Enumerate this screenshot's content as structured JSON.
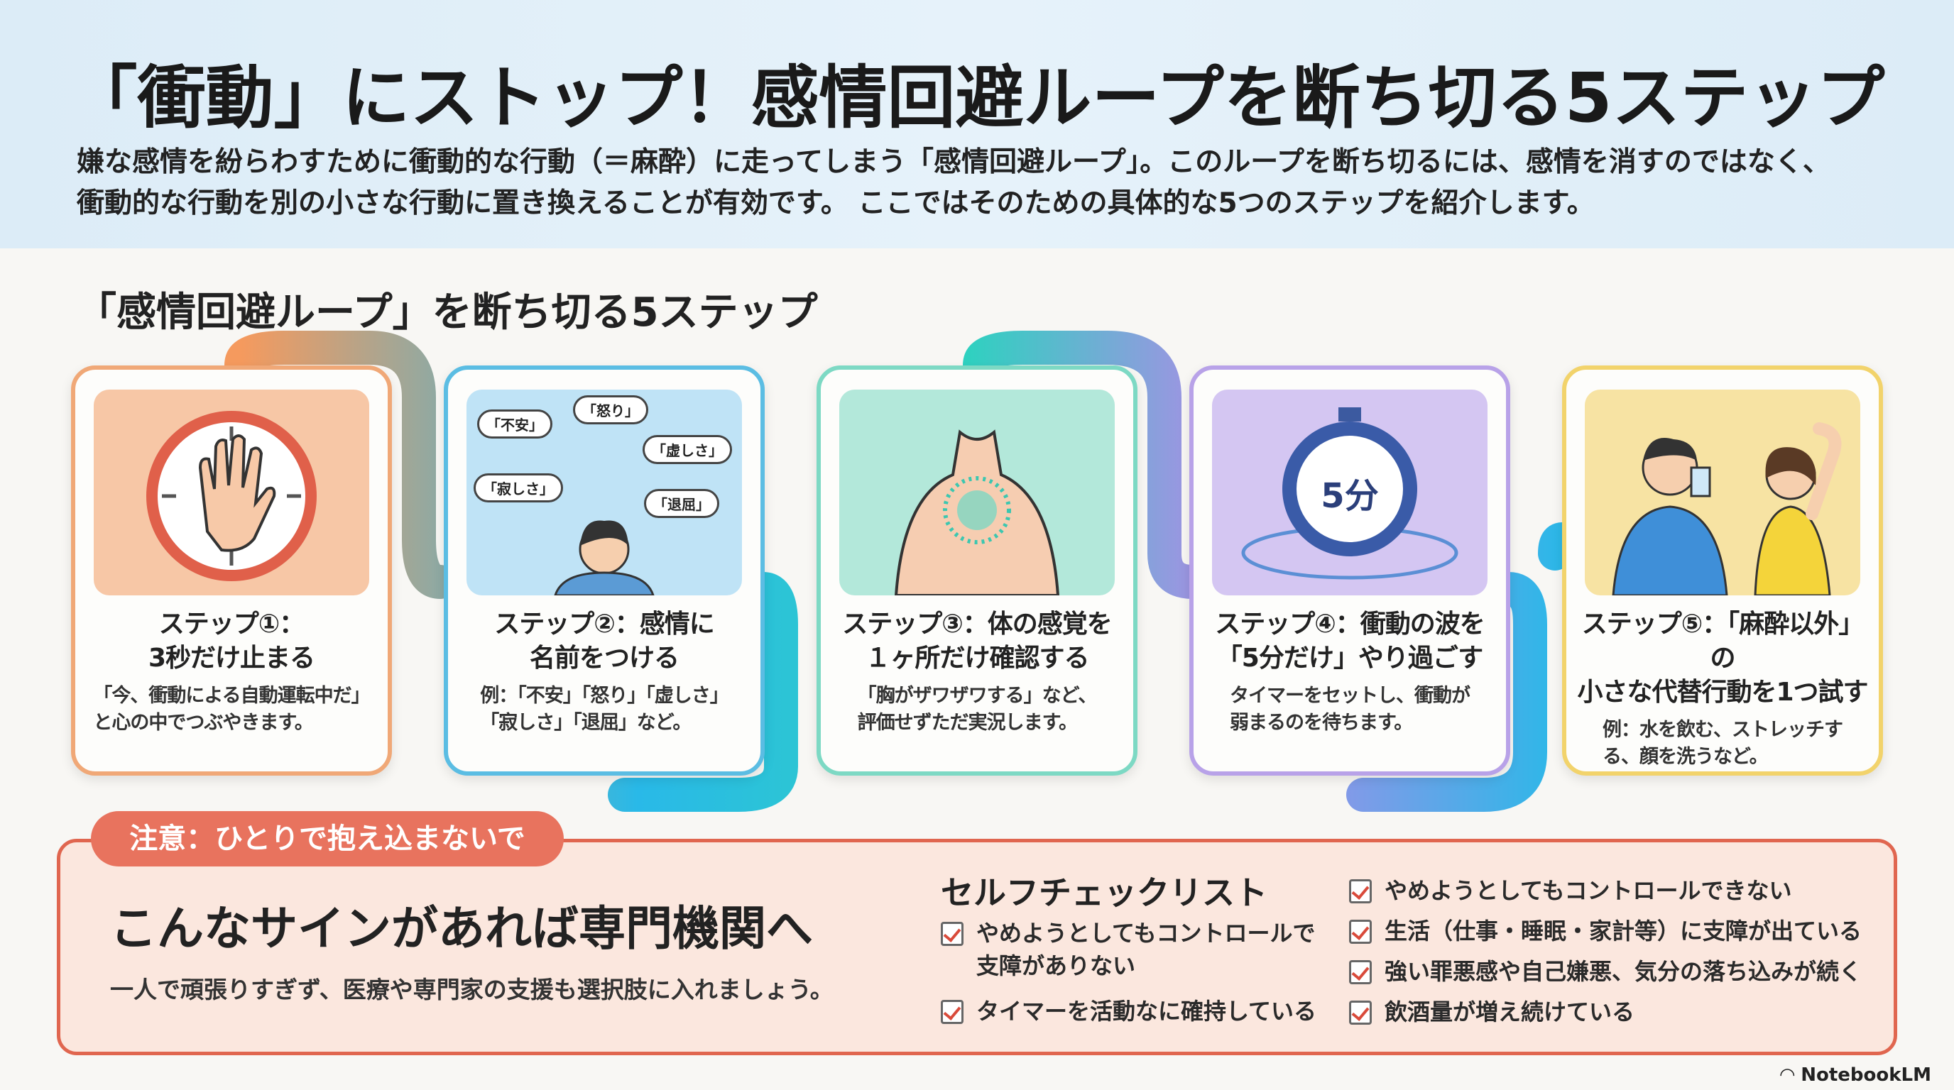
{
  "title": "「衝動」にストップ！感情回避ループを断ち切る5ステップ",
  "lead": [
    "嫌な感情を紛らわすために衝動的な行動（＝麻酔）に走ってしまう「感情回避ループ」。このループを断ち切るには、感情を消すのではなく、",
    "衝動的な行動を別の小さな行動に置き換えることが有効です。 ここではそのための具体的な5つのステップを紹介します。"
  ],
  "section_title": "「感情回避ループ」を断ち切る5ステップ",
  "steps": [
    {
      "title": "ステップ①：\n3秒だけ止まる",
      "desc": "「今、衝動による自動運転中だ」\nと心の中でつぶやきます。",
      "color": "#f0a877",
      "bg": "#f7c7a6",
      "icon": "stop-hand-icon"
    },
    {
      "title": "ステップ②：感情に\n名前をつける",
      "desc": "例：「不安」「怒り」「虚しさ」\n「寂しさ」「退屈」など。",
      "color": "#5bbde3",
      "bg": "#bfe3f6",
      "icon": "emotion-bubbles-icon",
      "bubbles": [
        "「不安」",
        "「怒り」",
        "「虚しさ」",
        "「寂しさ」",
        "「退屈」"
      ]
    },
    {
      "title": "ステップ③：体の感覚を\n１ヶ所だけ確認する",
      "desc": "「胸がザワザワする」など、\n評価せずただ実況します。",
      "color": "#7dd9c4",
      "bg": "#b3e8da",
      "icon": "chest-sensation-icon"
    },
    {
      "title": "ステップ④：衝動の波を\n「5分だけ」やり過ごす",
      "desc": "タイマーをセットし、衝動が\n弱まるのを待ちます。",
      "color": "#b8a2e8",
      "bg": "#d4c6f2",
      "icon": "stopwatch-icon",
      "timer": "5分"
    },
    {
      "title": "ステップ⑤：「麻酔以外」の\n小さな代替行動を1つ試す",
      "desc": "例：水を飲む、ストレッチす\nる、顔を洗うなど。",
      "color": "#f2d36b",
      "bg": "#f7e3a3",
      "icon": "drink-stretch-icon"
    }
  ],
  "warning": {
    "label": "注意：ひとりで抱え込まないで",
    "heading": "こんなサインがあれば専門機関へ",
    "sub": "一人で頑張りすぎず、医療や専門家の支援も選択肢に入れましょう。",
    "checklist_title": "セルフチェックリスト",
    "items": [
      "やめようとしてもコントロールで\n支障がありない",
      "タイマーを活動なに確持している",
      "やめようとしてもコントロールできない",
      "生活（仕事・睡眠・家計等）に支障が出ている",
      "強い罪悪感や自己嫌悪、気分の落ち込みが続く",
      "飲酒量が増え続けている"
    ]
  },
  "brand": "NotebookLM"
}
